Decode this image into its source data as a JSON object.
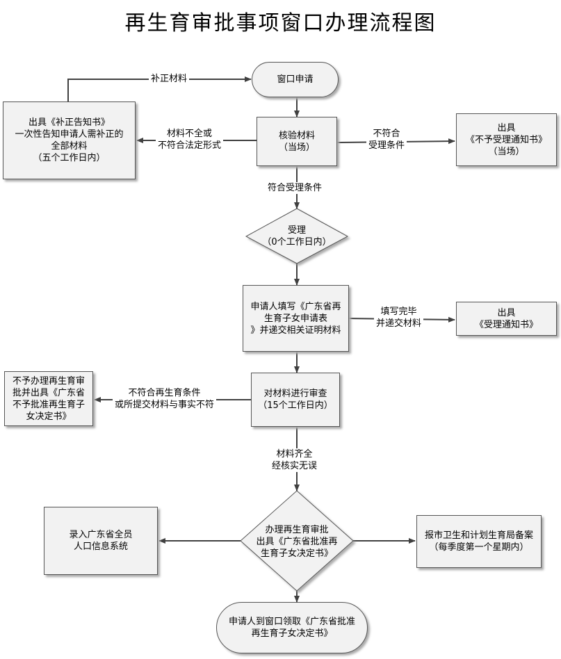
{
  "title": "再生育审批事项窗口办理流程图",
  "nodes": {
    "window_apply": "窗口申请",
    "supplement_notice": [
      "出具《补正告知书》",
      "一次性告知申请人需补正的",
      "全部材料",
      "（五个工作日内）"
    ],
    "verify": [
      "核验材料",
      "（当场）"
    ],
    "not_accept_notice": [
      "出具",
      "《不予受理通知书》",
      "（当场）"
    ],
    "accept": [
      "受理",
      "（0个工作日内）"
    ],
    "fill_form": [
      "申请人填写《广东省再",
      "生育子女申请表",
      "》并递交相关证明材料"
    ],
    "accept_notice": [
      "出具",
      "《受理通知书》"
    ],
    "review": [
      "对材料进行审查",
      "（15个工作日内）"
    ],
    "reject": [
      "不予办理再生育审",
      "批并出具《广东省",
      "不予批准再生育子",
      "女决定书》"
    ],
    "approve": [
      "办理再生育审批",
      "出具《广东省批准再",
      "生育子女决定书》"
    ],
    "record_system": [
      "录入广东省全员",
      "人口信息系统"
    ],
    "report": [
      "报市卫生和计划生育局备案",
      "（每季度第一个星期内）"
    ],
    "collect": [
      "申请人到窗口领取《广东省批准",
      "再生育子女决定书》"
    ]
  },
  "edge_labels": {
    "supplement_materials": "补正材料",
    "incomplete": [
      "材料不全或",
      "不符合法定形式"
    ],
    "not_meet": [
      "不符合",
      "受理条件"
    ],
    "meet": "符合受理条件",
    "filled": [
      "填写完毕",
      "并递交材料"
    ],
    "not_comply": [
      "不符合再生育条件",
      "或所提交材料与事实不符"
    ],
    "complete": [
      "材料齐全",
      "经核实无误"
    ]
  },
  "colors": {
    "box_fill": "#f2f2f2",
    "line": "#404040"
  }
}
